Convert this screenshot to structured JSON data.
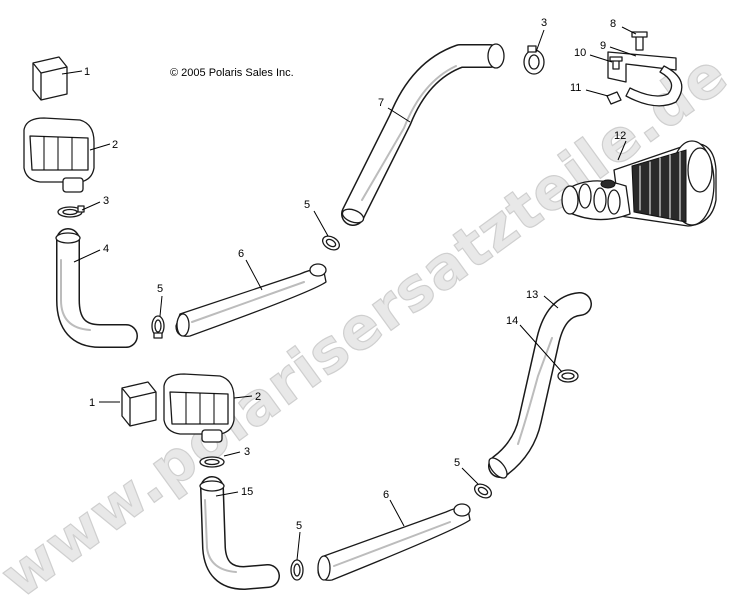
{
  "copyright": "© 2005 Polaris Sales Inc.",
  "watermark": "www.polarisersatzteile.de",
  "callouts": {
    "c1a": "1",
    "c2a": "2",
    "c3a": "3",
    "c4": "4",
    "c5a": "5",
    "c6a": "6",
    "c5b": "5",
    "c7": "7",
    "c3b": "3",
    "c8": "8",
    "c9": "9",
    "c10": "10",
    "c11": "11",
    "c12": "12",
    "c13": "13",
    "c14": "14",
    "c1b": "1",
    "c2b": "2",
    "c3c": "3",
    "c15": "15",
    "c5c": "5",
    "c6b": "6",
    "c5d": "5"
  }
}
